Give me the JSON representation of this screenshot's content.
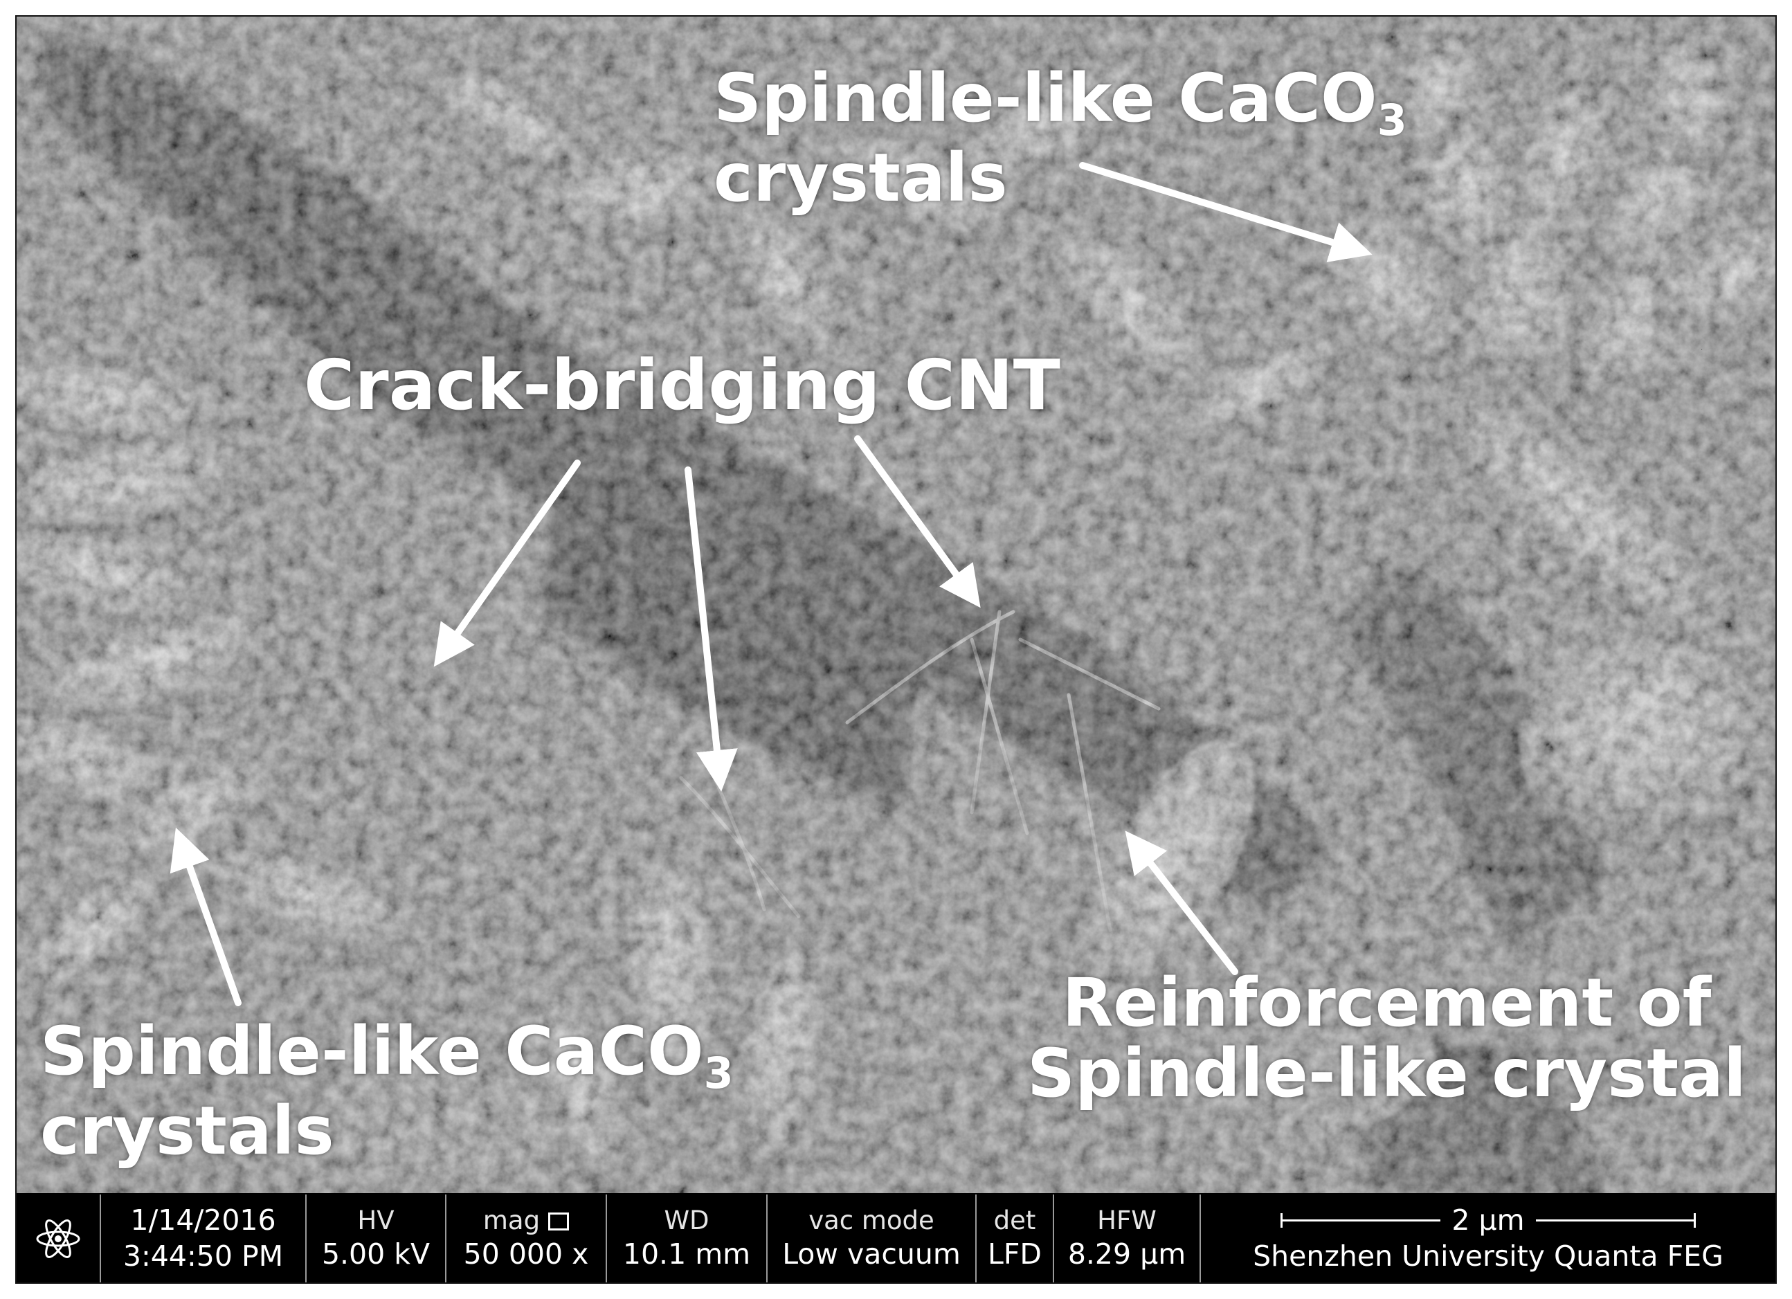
{
  "annotations": {
    "top_right": {
      "line1": "Spindle-like CaCO",
      "sub1": "3",
      "line2": "crystals"
    },
    "center": {
      "line1": "Crack-bridging CNT"
    },
    "bottom_left": {
      "line1": "Spindle-like CaCO",
      "sub1": "3",
      "line2": "crystals"
    },
    "bottom_right": {
      "line1": "Reinforcement of",
      "line2": "Spindle-like crystal"
    }
  },
  "databar": {
    "date": "1/14/2016",
    "time": "3:44:50 PM",
    "hv_label": "HV",
    "hv_value": "5.00 kV",
    "mag_label": "mag",
    "mag_value": "50 000 x",
    "wd_label": "WD",
    "wd_value": "10.1 mm",
    "vac_label": "vac mode",
    "vac_value": "Low vacuum",
    "det_label": "det",
    "det_value": "LFD",
    "hfw_label": "HFW",
    "hfw_value": "8.29 µm",
    "scale_label": "2 µm",
    "instrument": "Shenzhen University Quanta FEG"
  },
  "colors": {
    "annotation": "#ffffff",
    "databar_bg": "#000000",
    "databar_divider": "#9a9a9a"
  },
  "icons": {
    "databar_logo": "atom-icon"
  }
}
